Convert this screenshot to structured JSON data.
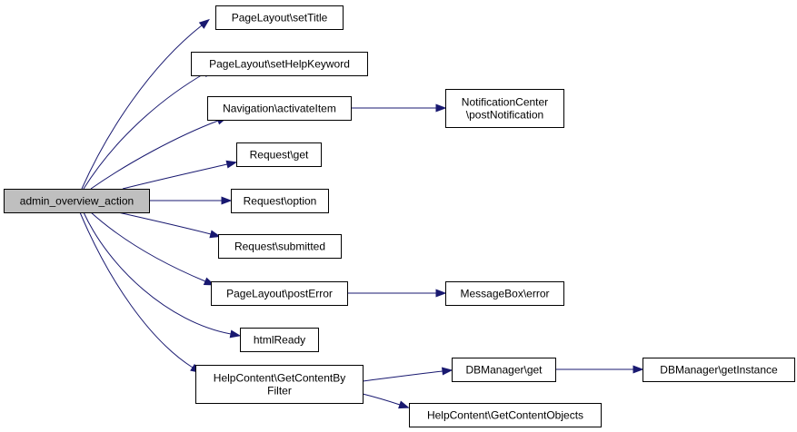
{
  "graph": {
    "nodes": {
      "admin_overview_action": {
        "label": "admin_overview_action",
        "root": true
      },
      "setTitle": {
        "label": "PageLayout\\setTitle"
      },
      "setHelpKeyword": {
        "label": "PageLayout\\setHelpKeyword"
      },
      "activateItem": {
        "label": "Navigation\\activateItem"
      },
      "postNotification": {
        "label": "NotificationCenter\n\\postNotification"
      },
      "requestGet": {
        "label": "Request\\get"
      },
      "requestOption": {
        "label": "Request\\option"
      },
      "requestSubmitted": {
        "label": "Request\\submitted"
      },
      "postError": {
        "label": "PageLayout\\postError"
      },
      "messageBoxError": {
        "label": "MessageBox\\error"
      },
      "htmlReady": {
        "label": "htmlReady"
      },
      "getContentByFilter": {
        "label": "HelpContent\\GetContentBy\nFilter"
      },
      "dbGet": {
        "label": "DBManager\\get"
      },
      "dbGetInstance": {
        "label": "DBManager\\getInstance"
      },
      "getContentObjects": {
        "label": "HelpContent\\GetContentObjects"
      }
    },
    "edges": [
      [
        "admin_overview_action",
        "setTitle"
      ],
      [
        "admin_overview_action",
        "setHelpKeyword"
      ],
      [
        "admin_overview_action",
        "activateItem"
      ],
      [
        "admin_overview_action",
        "requestGet"
      ],
      [
        "admin_overview_action",
        "requestOption"
      ],
      [
        "admin_overview_action",
        "requestSubmitted"
      ],
      [
        "admin_overview_action",
        "postError"
      ],
      [
        "admin_overview_action",
        "htmlReady"
      ],
      [
        "admin_overview_action",
        "getContentByFilter"
      ],
      [
        "activateItem",
        "postNotification"
      ],
      [
        "postError",
        "messageBoxError"
      ],
      [
        "getContentByFilter",
        "dbGet"
      ],
      [
        "getContentByFilter",
        "getContentObjects"
      ],
      [
        "dbGet",
        "dbGetInstance"
      ]
    ],
    "colors": {
      "edge": "#191970",
      "root_fill": "#bfbfbf",
      "node_fill": "#ffffff",
      "node_border": "#000000"
    }
  }
}
